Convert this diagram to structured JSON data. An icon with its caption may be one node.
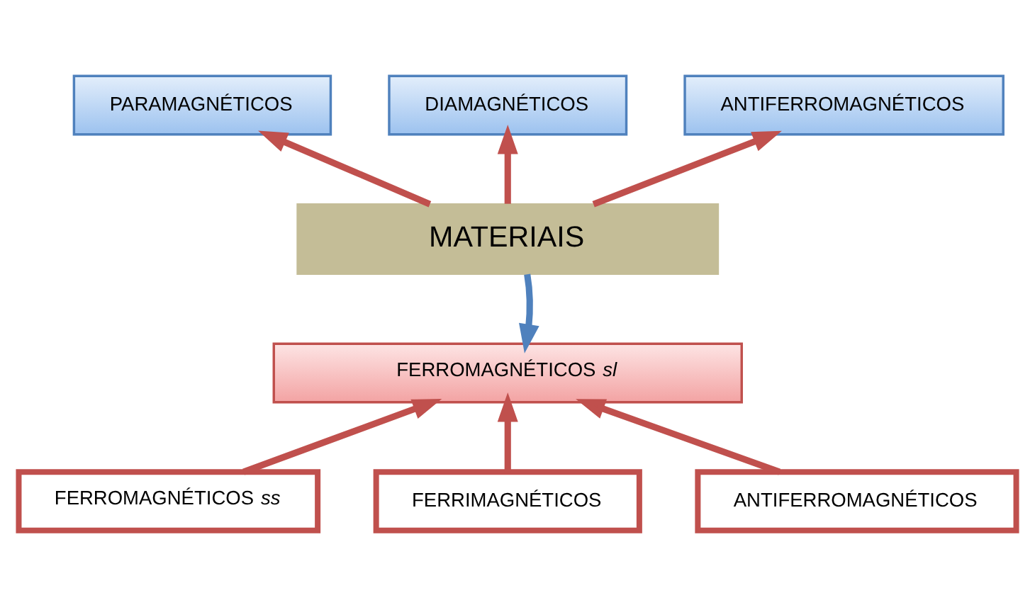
{
  "diagram": {
    "nodes": [
      {
        "text": [
          "DIAMAGNÉTICOS"
        ]
      },
      {
        "text": [
          "ANTIFERROMAGNÉTICOS"
        ]
      },
      {
        "text": [
          "PARAMAGNÉTICOS"
        ]
      },
      {
        "text": [
          "MATERIAIS"
        ]
      },
      {
        "text": [
          "FERROMAGNÉTICOS *sl*"
        ]
      },
      {
        "text": [
          "FERROMAGNÉTICOS *ss*"
        ]
      },
      {
        "text": [
          "FERRIMAGNÉTICOS"
        ]
      },
      {
        "text": [
          "ANTIFERROMAGNÉTICOS"
        ]
      }
    ],
    "edges": [
      {
        "from": 3,
        "to": 2,
        "arrow": "to"
      },
      {
        "from": 3,
        "to": 0,
        "arrow": "to"
      },
      {
        "from": 3,
        "to": 1,
        "arrow": "to"
      },
      {
        "from": 3,
        "to": 4,
        "arrow": "to",
        "color": "#4f81bd"
      },
      {
        "from": 5,
        "to": 4,
        "arrow": "to"
      },
      {
        "from": 6,
        "to": 4,
        "arrow": "to"
      },
      {
        "from": 7,
        "to": 4,
        "arrow": "to"
      }
    ]
  }
}
